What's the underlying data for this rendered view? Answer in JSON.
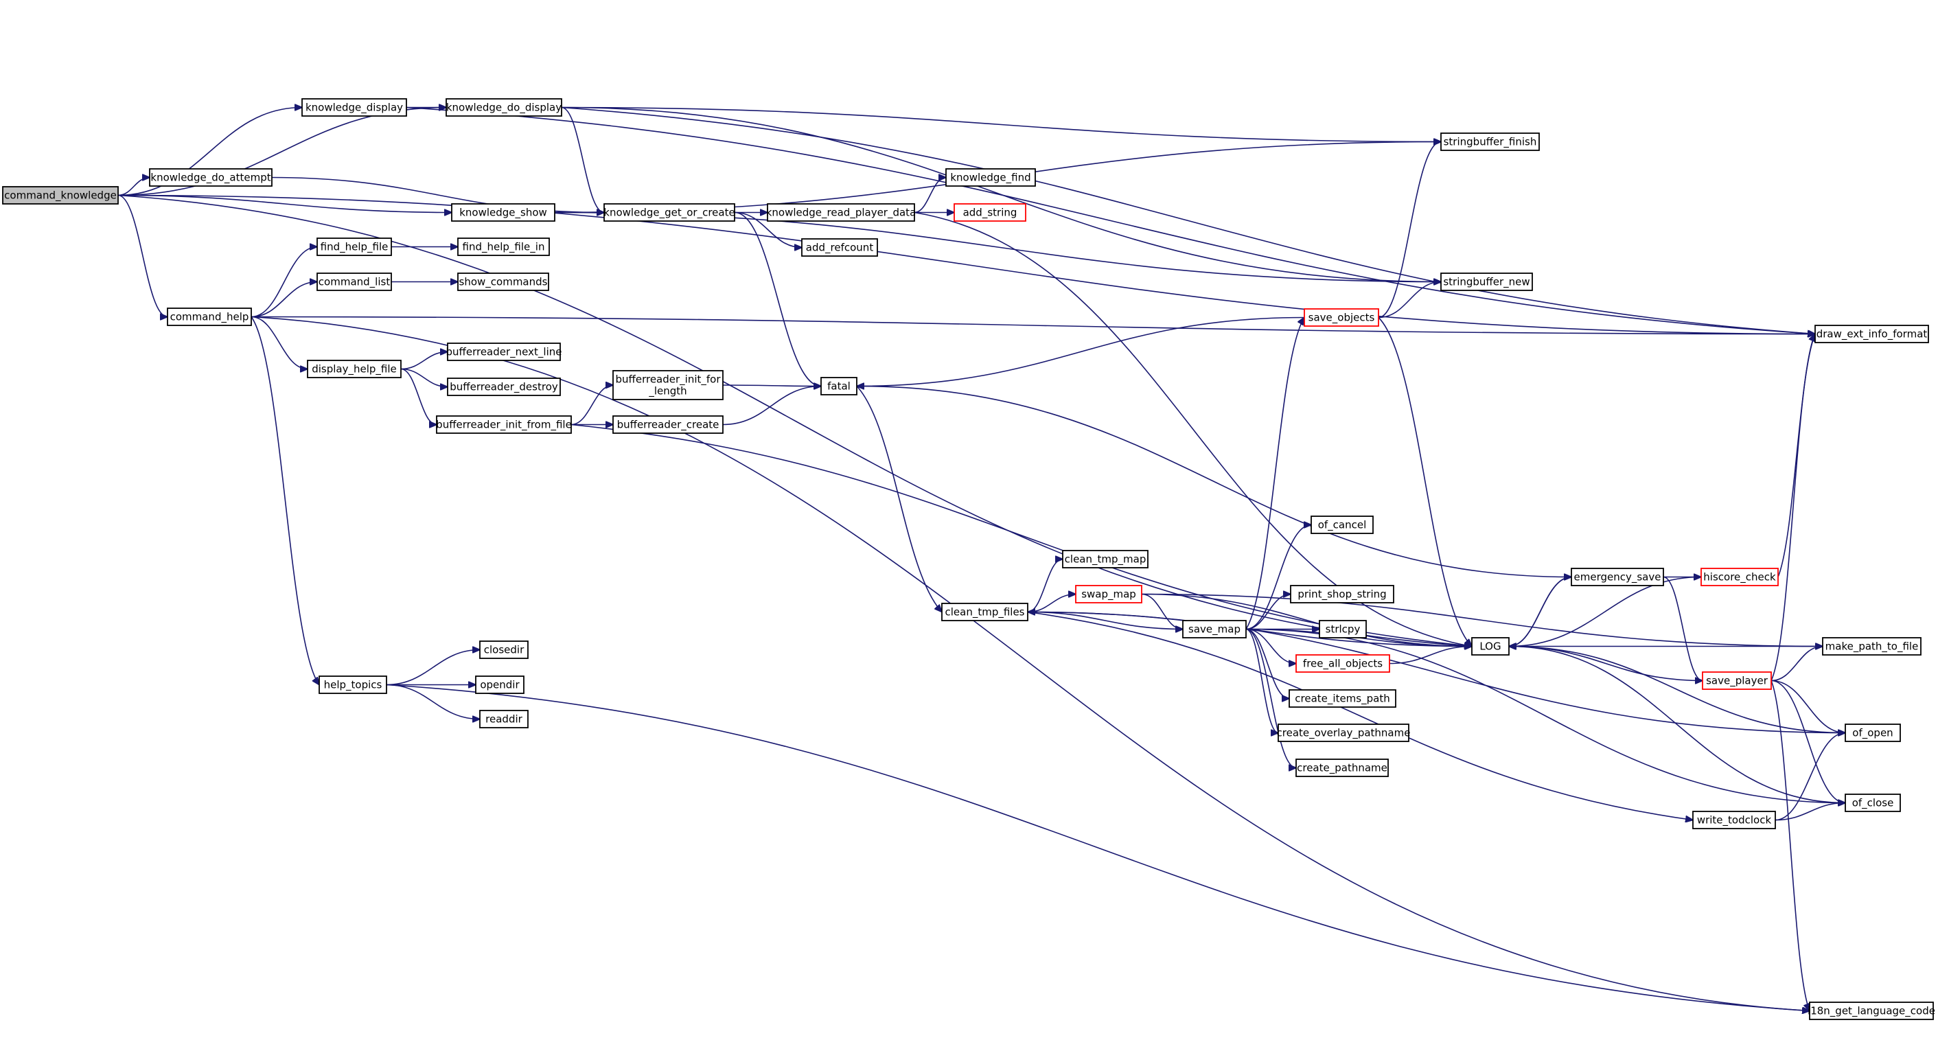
{
  "colors": {
    "edge": "#191970",
    "node_border": "#000000",
    "node_border_truncated": "#ff0000",
    "node_fill": "#ffffff",
    "root_fill": "#bfbfbf"
  },
  "nodes": [
    {
      "id": "command_knowledge",
      "label": "command_knowledge",
      "root": true
    },
    {
      "id": "knowledge_display",
      "label": "knowledge_display"
    },
    {
      "id": "knowledge_do_display",
      "label": "knowledge_do_display"
    },
    {
      "id": "knowledge_do_attempt",
      "label": "knowledge_do_attempt"
    },
    {
      "id": "knowledge_show",
      "label": "knowledge_show"
    },
    {
      "id": "knowledge_get_or_create",
      "label": "knowledge_get_or_create"
    },
    {
      "id": "knowledge_read_player_data",
      "label": "knowledge_read_player_data"
    },
    {
      "id": "knowledge_find",
      "label": "knowledge_find"
    },
    {
      "id": "add_string",
      "label": "add_string",
      "truncated": true
    },
    {
      "id": "add_refcount",
      "label": "add_refcount"
    },
    {
      "id": "stringbuffer_finish",
      "label": "stringbuffer_finish"
    },
    {
      "id": "stringbuffer_new",
      "label": "stringbuffer_new"
    },
    {
      "id": "draw_ext_info_format",
      "label": "draw_ext_info_format"
    },
    {
      "id": "command_help",
      "label": "command_help"
    },
    {
      "id": "find_help_file",
      "label": "find_help_file"
    },
    {
      "id": "find_help_file_in",
      "label": "find_help_file_in"
    },
    {
      "id": "command_list",
      "label": "command_list"
    },
    {
      "id": "show_commands",
      "label": "show_commands"
    },
    {
      "id": "display_help_file",
      "label": "display_help_file"
    },
    {
      "id": "bufferreader_next_line",
      "label": "bufferreader_next_line"
    },
    {
      "id": "bufferreader_destroy",
      "label": "bufferreader_destroy"
    },
    {
      "id": "bufferreader_init_from_file",
      "label": "bufferreader_init_from_file"
    },
    {
      "id": "bufferreader_init_for_length",
      "label": "bufferreader_init_for\n_length"
    },
    {
      "id": "bufferreader_create",
      "label": "bufferreader_create"
    },
    {
      "id": "fatal",
      "label": "fatal"
    },
    {
      "id": "save_objects",
      "label": "save_objects",
      "truncated": true
    },
    {
      "id": "help_topics",
      "label": "help_topics"
    },
    {
      "id": "closedir",
      "label": "closedir"
    },
    {
      "id": "opendir",
      "label": "opendir"
    },
    {
      "id": "readdir",
      "label": "readdir"
    },
    {
      "id": "clean_tmp_map",
      "label": "clean_tmp_map"
    },
    {
      "id": "clean_tmp_files",
      "label": "clean_tmp_files"
    },
    {
      "id": "swap_map",
      "label": "swap_map",
      "truncated": true
    },
    {
      "id": "save_map",
      "label": "save_map"
    },
    {
      "id": "of_cancel",
      "label": "of_cancel"
    },
    {
      "id": "print_shop_string",
      "label": "print_shop_string"
    },
    {
      "id": "strlcpy",
      "label": "strlcpy"
    },
    {
      "id": "free_all_objects",
      "label": "free_all_objects",
      "truncated": true
    },
    {
      "id": "create_items_path",
      "label": "create_items_path"
    },
    {
      "id": "create_overlay_pathname",
      "label": "create_overlay_pathname"
    },
    {
      "id": "create_pathname",
      "label": "create_pathname"
    },
    {
      "id": "LOG",
      "label": "LOG"
    },
    {
      "id": "emergency_save",
      "label": "emergency_save"
    },
    {
      "id": "hiscore_check",
      "label": "hiscore_check",
      "truncated": true
    },
    {
      "id": "save_player",
      "label": "save_player",
      "truncated": true
    },
    {
      "id": "make_path_to_file",
      "label": "make_path_to_file"
    },
    {
      "id": "of_open",
      "label": "of_open"
    },
    {
      "id": "of_close",
      "label": "of_close"
    },
    {
      "id": "write_todclock",
      "label": "write_todclock"
    },
    {
      "id": "i18n_get_language_code",
      "label": "i18n_get_language_code"
    }
  ],
  "edges": [
    {
      "from": "command_knowledge",
      "to": "knowledge_display"
    },
    {
      "from": "command_knowledge",
      "to": "knowledge_do_display"
    },
    {
      "from": "command_knowledge",
      "to": "knowledge_do_attempt"
    },
    {
      "from": "command_knowledge",
      "to": "knowledge_show"
    },
    {
      "from": "command_knowledge",
      "to": "command_help"
    },
    {
      "from": "command_knowledge",
      "to": "draw_ext_info_format"
    },
    {
      "from": "command_knowledge",
      "to": "LOG"
    },
    {
      "from": "knowledge_display",
      "to": "knowledge_do_display"
    },
    {
      "from": "knowledge_display",
      "to": "draw_ext_info_format"
    },
    {
      "from": "knowledge_do_display",
      "to": "knowledge_get_or_create"
    },
    {
      "from": "knowledge_do_display",
      "to": "stringbuffer_finish"
    },
    {
      "from": "knowledge_do_display",
      "to": "stringbuffer_new"
    },
    {
      "from": "knowledge_do_display",
      "to": "draw_ext_info_format"
    },
    {
      "from": "knowledge_do_attempt",
      "to": "knowledge_get_or_create"
    },
    {
      "from": "knowledge_show",
      "to": "knowledge_get_or_create"
    },
    {
      "from": "knowledge_show",
      "to": "stringbuffer_finish"
    },
    {
      "from": "knowledge_show",
      "to": "stringbuffer_new"
    },
    {
      "from": "knowledge_get_or_create",
      "to": "knowledge_read_player_data"
    },
    {
      "from": "knowledge_get_or_create",
      "to": "add_refcount"
    },
    {
      "from": "knowledge_get_or_create",
      "to": "fatal"
    },
    {
      "from": "knowledge_read_player_data",
      "to": "knowledge_find"
    },
    {
      "from": "knowledge_read_player_data",
      "to": "add_string"
    },
    {
      "from": "knowledge_read_player_data",
      "to": "LOG"
    },
    {
      "from": "command_help",
      "to": "find_help_file"
    },
    {
      "from": "command_help",
      "to": "command_list"
    },
    {
      "from": "command_help",
      "to": "display_help_file"
    },
    {
      "from": "command_help",
      "to": "help_topics"
    },
    {
      "from": "command_help",
      "to": "draw_ext_info_format"
    },
    {
      "from": "command_help",
      "to": "i18n_get_language_code"
    },
    {
      "from": "find_help_file",
      "to": "find_help_file_in"
    },
    {
      "from": "command_list",
      "to": "show_commands"
    },
    {
      "from": "display_help_file",
      "to": "bufferreader_next_line"
    },
    {
      "from": "display_help_file",
      "to": "bufferreader_destroy"
    },
    {
      "from": "display_help_file",
      "to": "bufferreader_init_from_file"
    },
    {
      "from": "bufferreader_init_from_file",
      "to": "bufferreader_init_for_length"
    },
    {
      "from": "bufferreader_init_from_file",
      "to": "bufferreader_create"
    },
    {
      "from": "bufferreader_init_from_file",
      "to": "LOG"
    },
    {
      "from": "bufferreader_init_for_length",
      "to": "fatal"
    },
    {
      "from": "bufferreader_create",
      "to": "fatal"
    },
    {
      "from": "fatal",
      "to": "clean_tmp_files"
    },
    {
      "from": "fatal",
      "to": "emergency_save"
    },
    {
      "from": "help_topics",
      "to": "closedir"
    },
    {
      "from": "help_topics",
      "to": "opendir"
    },
    {
      "from": "help_topics",
      "to": "readdir"
    },
    {
      "from": "help_topics",
      "to": "i18n_get_language_code"
    },
    {
      "from": "clean_tmp_files",
      "to": "clean_tmp_map"
    },
    {
      "from": "clean_tmp_files",
      "to": "swap_map"
    },
    {
      "from": "clean_tmp_files",
      "to": "save_map"
    },
    {
      "from": "clean_tmp_files",
      "to": "of_open"
    },
    {
      "from": "swap_map",
      "to": "save_map"
    },
    {
      "from": "swap_map",
      "to": "LOG"
    },
    {
      "from": "swap_map",
      "to": "make_path_to_file"
    },
    {
      "from": "save_map",
      "to": "save_objects"
    },
    {
      "from": "save_map",
      "to": "of_cancel"
    },
    {
      "from": "save_map",
      "to": "print_shop_string"
    },
    {
      "from": "save_map",
      "to": "strlcpy"
    },
    {
      "from": "save_map",
      "to": "free_all_objects"
    },
    {
      "from": "save_map",
      "to": "create_items_path"
    },
    {
      "from": "save_map",
      "to": "create_overlay_pathname"
    },
    {
      "from": "save_map",
      "to": "create_pathname"
    },
    {
      "from": "save_map",
      "to": "LOG"
    },
    {
      "from": "save_map",
      "to": "of_close"
    },
    {
      "from": "save_objects",
      "to": "stringbuffer_finish"
    },
    {
      "from": "save_objects",
      "to": "stringbuffer_new"
    },
    {
      "from": "save_objects",
      "to": "fatal"
    },
    {
      "from": "save_objects",
      "to": "LOG"
    },
    {
      "from": "free_all_objects",
      "to": "LOG"
    },
    {
      "from": "LOG",
      "to": "clean_tmp_files"
    },
    {
      "from": "LOG",
      "to": "emergency_save"
    },
    {
      "from": "emergency_save",
      "to": "LOG"
    },
    {
      "from": "emergency_save",
      "to": "hiscore_check"
    },
    {
      "from": "emergency_save",
      "to": "save_player"
    },
    {
      "from": "hiscore_check",
      "to": "draw_ext_info_format"
    },
    {
      "from": "hiscore_check",
      "to": "LOG"
    },
    {
      "from": "save_player",
      "to": "LOG"
    },
    {
      "from": "save_player",
      "to": "draw_ext_info_format"
    },
    {
      "from": "save_player",
      "to": "make_path_to_file"
    },
    {
      "from": "save_player",
      "to": "of_open"
    },
    {
      "from": "save_player",
      "to": "of_close"
    },
    {
      "from": "save_player",
      "to": "i18n_get_language_code"
    },
    {
      "from": "make_path_to_file",
      "to": "LOG"
    },
    {
      "from": "of_open",
      "to": "LOG"
    },
    {
      "from": "of_close",
      "to": "LOG"
    },
    {
      "from": "write_todclock",
      "to": "of_open"
    },
    {
      "from": "write_todclock",
      "to": "of_close"
    },
    {
      "from": "clean_tmp_files",
      "to": "write_todclock"
    }
  ]
}
